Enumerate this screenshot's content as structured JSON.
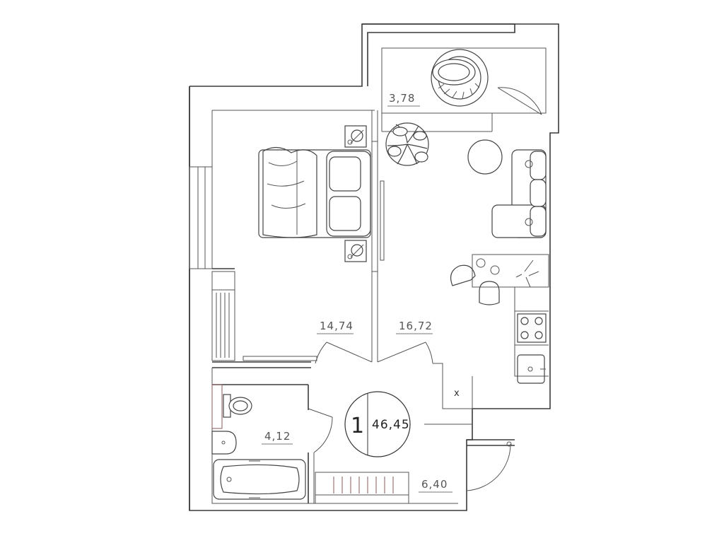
{
  "rooms": [
    {
      "id": "balcony",
      "area": "3,78"
    },
    {
      "id": "bedroom",
      "area": "14,74"
    },
    {
      "id": "living-kitchen",
      "area": "16,72"
    },
    {
      "id": "bathroom",
      "area": "4,12"
    },
    {
      "id": "hallway",
      "area": "6,40"
    }
  ],
  "summary": {
    "room_count": "1",
    "total_area": "46,45"
  },
  "utility_mark": "x"
}
